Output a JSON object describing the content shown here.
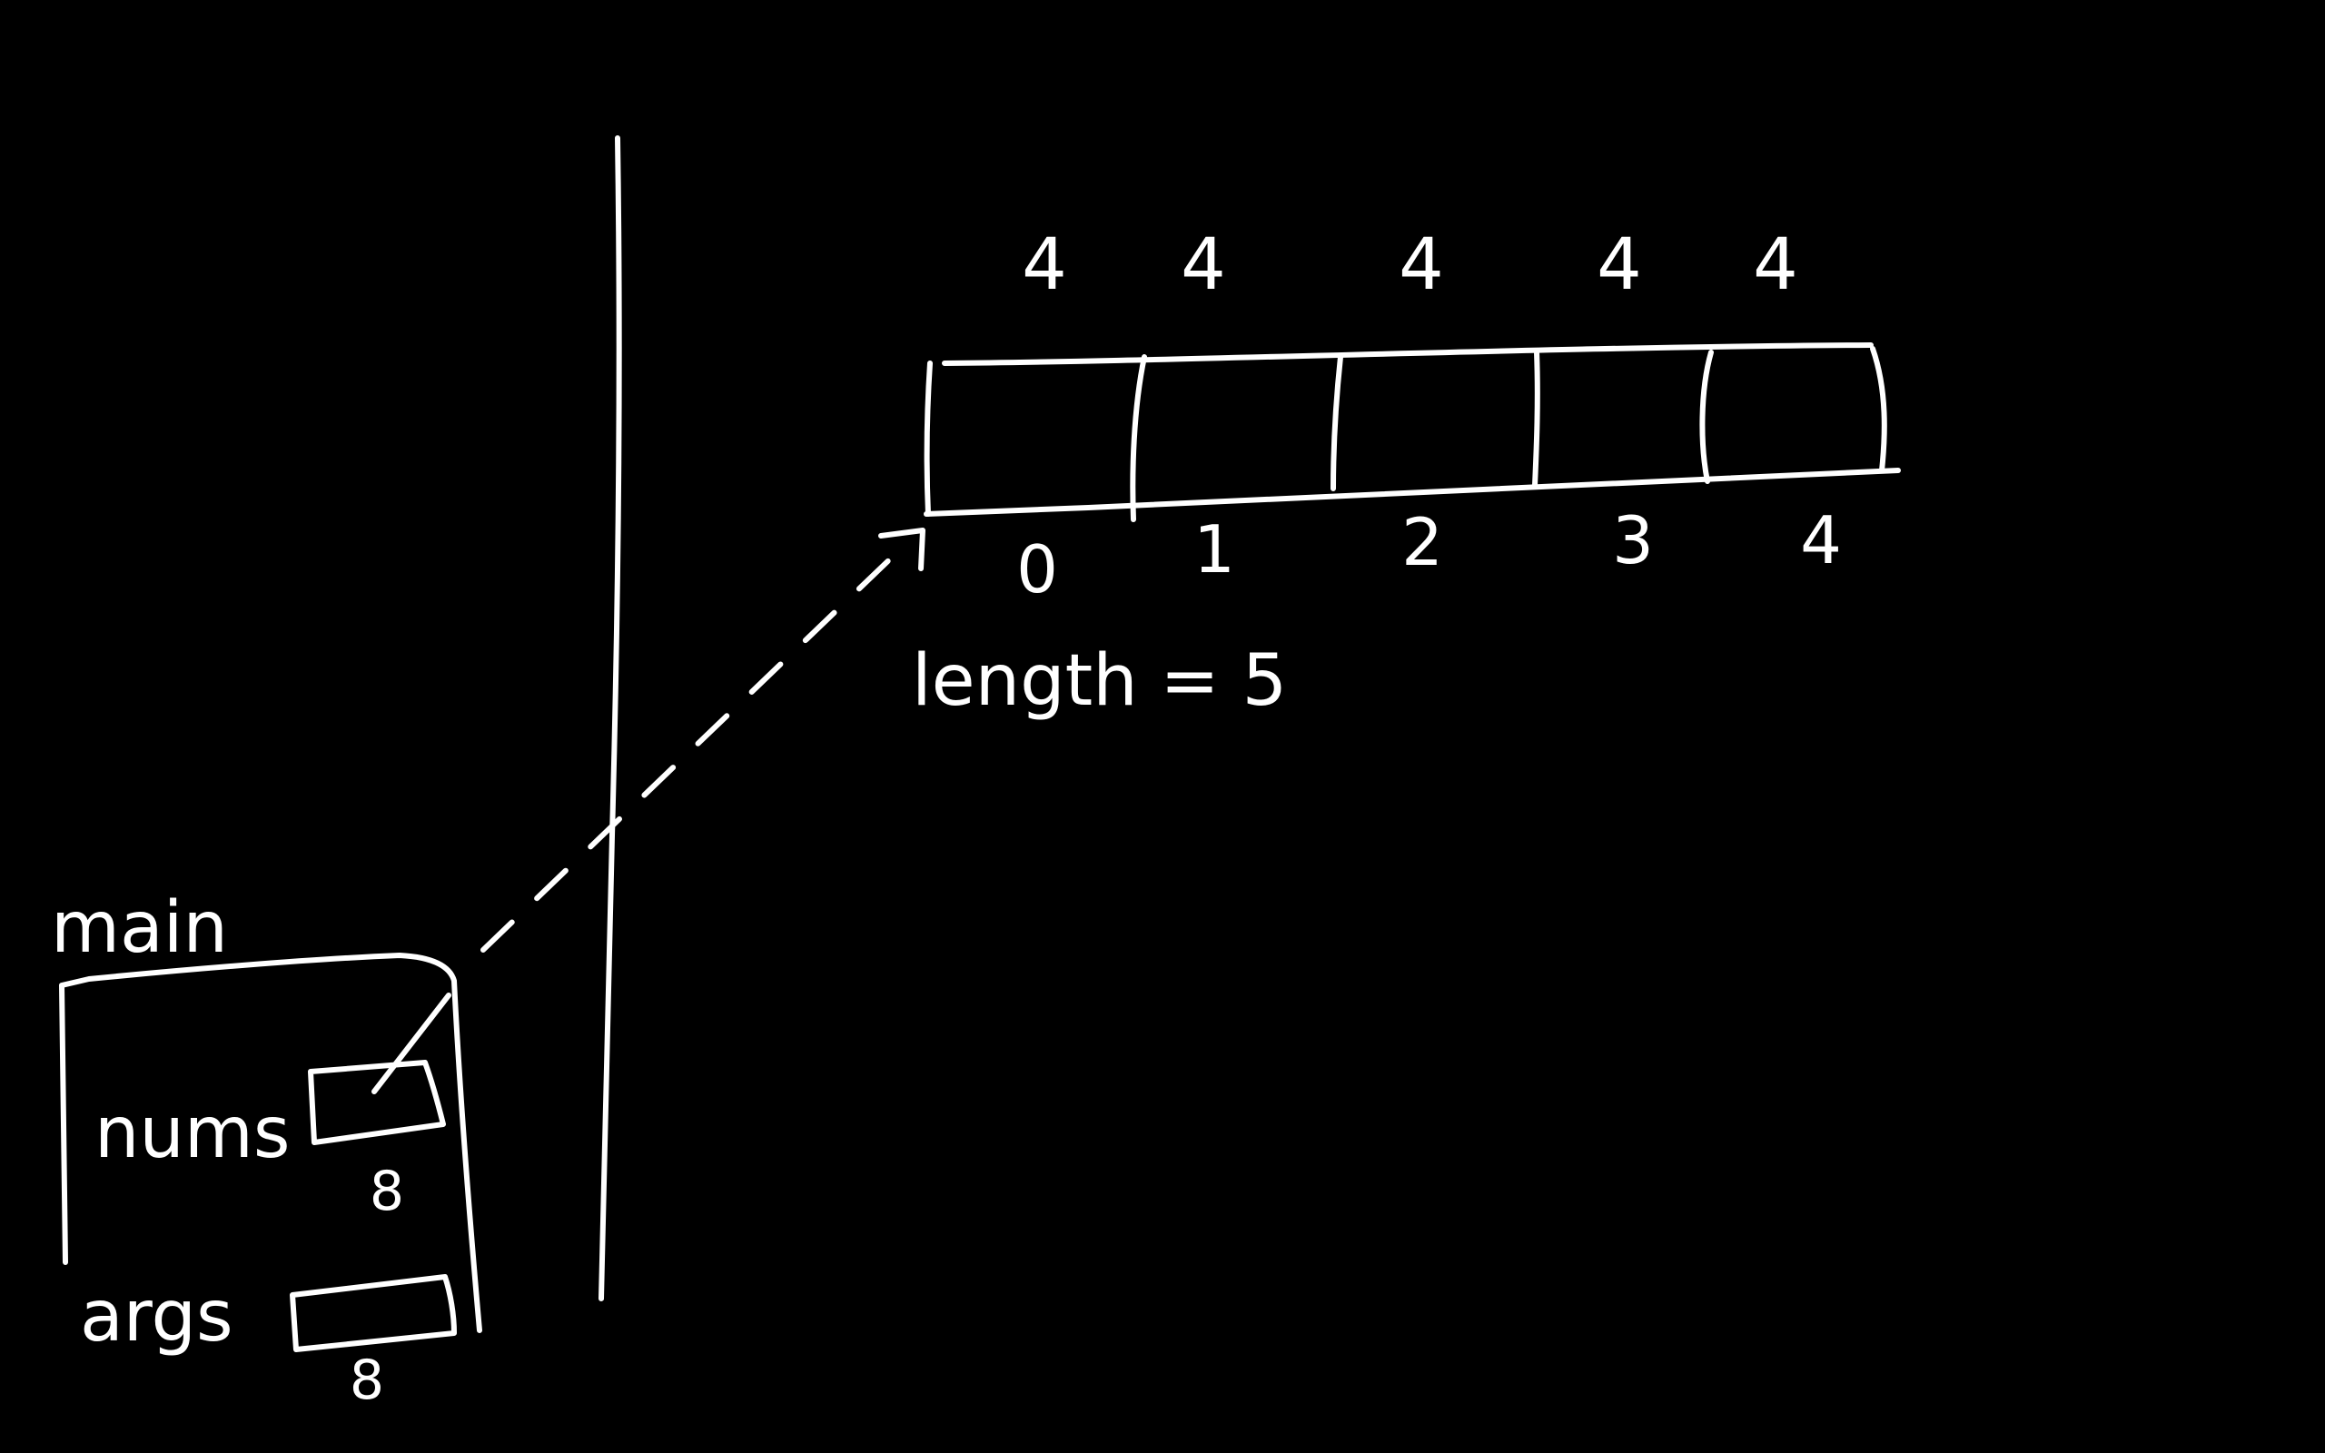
{
  "memory_diagram": {
    "array": {
      "element_sizes": [
        "4",
        "4",
        "4",
        "4",
        "4"
      ],
      "indices": [
        "0",
        "1",
        "2",
        "3",
        "4"
      ],
      "length_label": "length = 5"
    },
    "stack_frame": {
      "name": "main",
      "variables": [
        {
          "name": "nums",
          "size": "8",
          "points_to_array": true
        },
        {
          "name": "args",
          "size": "8",
          "points_to_array": false
        }
      ]
    },
    "colors": {
      "background": "#000000",
      "ink": "#ffffff"
    }
  }
}
